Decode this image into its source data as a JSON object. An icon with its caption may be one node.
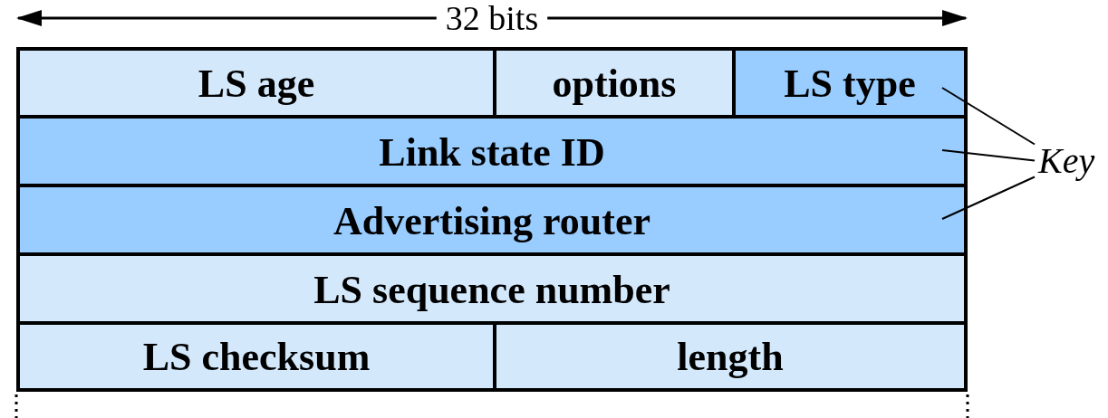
{
  "diagram": {
    "nodes": [
      {
        "text": [
          "LS age"
        ]
      },
      {
        "text": [
          "options"
        ]
      },
      {
        "text": [
          "LS type"
        ]
      },
      {
        "text": [
          "Link state ID"
        ]
      },
      {
        "text": [
          "Advertising router"
        ]
      },
      {
        "text": [
          "LS sequence number"
        ]
      },
      {
        "text": [
          "LS checksum"
        ]
      },
      {
        "text": [
          "length"
        ]
      },
      {
        "text": [
          "Key"
        ]
      }
    ],
    "edges": [
      {
        "from": 8,
        "to": 2,
        "arrow": "none"
      },
      {
        "from": 8,
        "to": 3,
        "arrow": "none"
      },
      {
        "from": 8,
        "to": 4,
        "arrow": "none"
      }
    ],
    "labels": [
      "32 bits"
    ]
  }
}
